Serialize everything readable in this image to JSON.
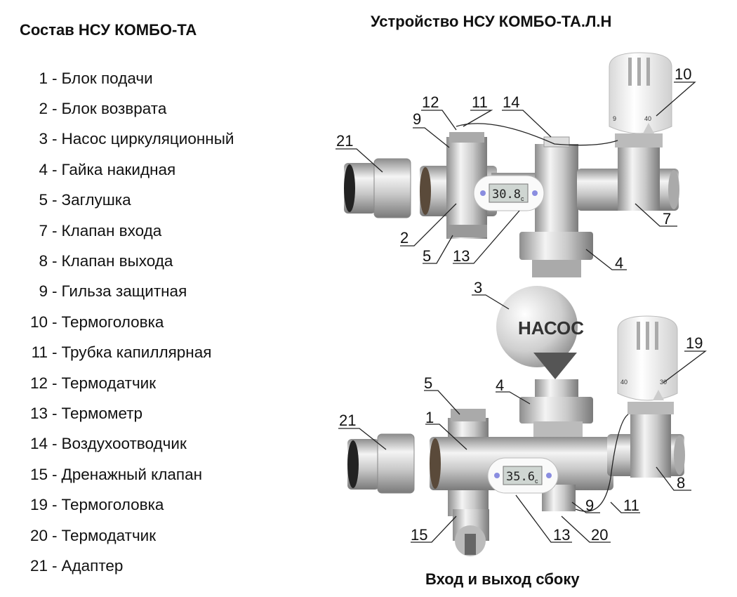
{
  "left_title": "Состав НСУ КОМБО-ТА",
  "right_title": "Устройство НСУ КОМБО-ТА.Л.Н",
  "bottom_title": "Вход и выход сбоку",
  "components": [
    {
      "num": "1",
      "name": "Блок подачи"
    },
    {
      "num": "2",
      "name": "Блок возврата"
    },
    {
      "num": "3",
      "name": "Насос циркуляционный"
    },
    {
      "num": "4",
      "name": "Гайка накидная"
    },
    {
      "num": "5",
      "name": "Заглушка"
    },
    {
      "num": "7",
      "name": "Клапан входа"
    },
    {
      "num": "8",
      "name": "Клапан выхода"
    },
    {
      "num": "9",
      "name": "Гильза защитная"
    },
    {
      "num": "10",
      "name": "Термоголовка"
    },
    {
      "num": "11",
      "name": "Трубка капиллярная"
    },
    {
      "num": "12",
      "name": "Термодатчик"
    },
    {
      "num": "13",
      "name": "Термометр"
    },
    {
      "num": "14",
      "name": "Воздухоотводчик"
    },
    {
      "num": "15",
      "name": "Дренажный клапан"
    },
    {
      "num": "19",
      "name": "Термоголовка"
    },
    {
      "num": "20",
      "name": "Термодатчик"
    },
    {
      "num": "21",
      "name": "Адаптер"
    }
  ],
  "separator": "-",
  "diagram": {
    "pump_label": "НАСОС",
    "thermometer_top": "30.8",
    "thermometer_bottom": "35.6",
    "thermometer_unit": "c",
    "head_top_scale": [
      "9",
      "40"
    ],
    "head_bottom_scale": [
      "40",
      "30"
    ],
    "callouts": {
      "c12": "12",
      "c11a": "11",
      "c9a": "9",
      "c14": "14",
      "c10": "10",
      "c21a": "21",
      "c2": "2",
      "c5a": "5",
      "c13a": "13",
      "c4a": "4",
      "c7": "7",
      "c3": "3",
      "c19": "19",
      "c5b": "5",
      "c4b": "4",
      "c1": "1",
      "c21b": "21",
      "c8": "8",
      "c9b": "9",
      "c11b": "11",
      "c15": "15",
      "c13b": "13",
      "c20": "20"
    }
  }
}
